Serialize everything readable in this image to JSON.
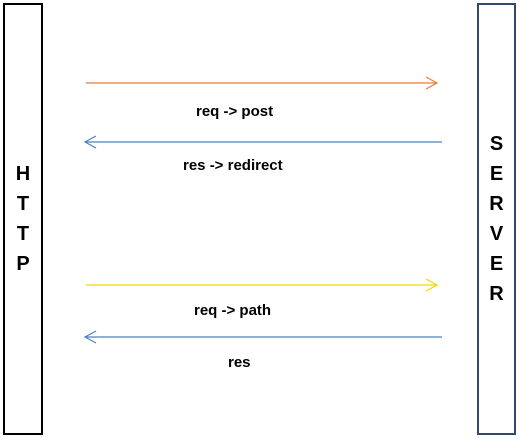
{
  "lanes": {
    "http": {
      "letters": [
        "H",
        "T",
        "T",
        "P"
      ],
      "border_color": "#000000"
    },
    "server": {
      "letters": [
        "S",
        "E",
        "R",
        "V",
        "E",
        "R"
      ],
      "border_color": "#2f4a6e"
    }
  },
  "messages": [
    {
      "label": "req -> post",
      "direction": "to-server",
      "color": "#ed7d31"
    },
    {
      "label": "res -> redirect",
      "direction": "to-http",
      "color": "#4f81bd"
    },
    {
      "label": "req -> path",
      "direction": "to-server",
      "color": "#f2d600"
    },
    {
      "label": "res",
      "direction": "to-http",
      "color": "#4f81bd"
    }
  ]
}
